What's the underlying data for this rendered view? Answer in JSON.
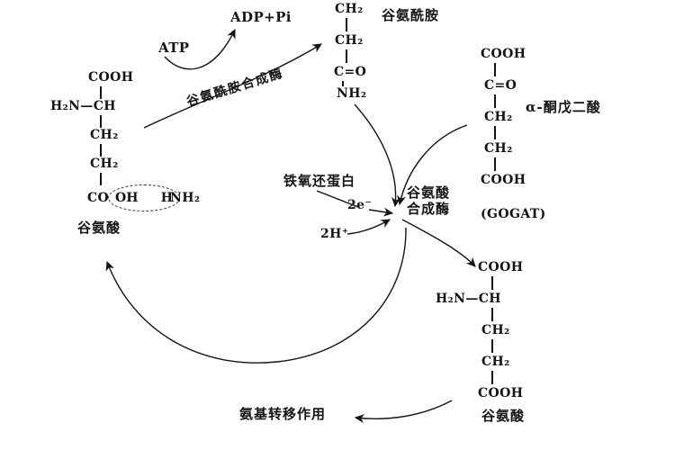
{
  "colors": {
    "ink": "#141414",
    "background": "#ffffff"
  },
  "labels": {
    "adp_pi": "ADP+Pi",
    "atp": "ATP",
    "glutamine_synthetase": "谷氨酰胺合成酶",
    "glutamine": "谷氨酰胺",
    "ferredoxin": "铁氧还蛋白",
    "electrons": "2e⁻",
    "protons": "2H⁺",
    "glutamate_synthase_line1": "谷氨酸",
    "glutamate_synthase_line2": "合成酶",
    "gogat": "(GOGAT)",
    "alpha_ketoglutarate": "α-酮戊二酸",
    "glutamate_left": "谷氨酸",
    "glutamate_bottom": "谷氨酸",
    "amino_transfer": "氨基转移作用"
  },
  "structures": {
    "glutamine_top": {
      "lines": [
        "CH₂",
        "CH₂",
        "C=O",
        "NH₂"
      ]
    },
    "glutamate_left": {
      "cooh": "COOH",
      "h2n_ch": "H₂N—CH",
      "ch2_a": "CH₂",
      "ch2_b": "CH₂",
      "co": "CO",
      "oh": "OH",
      "h": "H",
      "nh2": "NH₂"
    },
    "alpha_ketoglutarate": {
      "lines": [
        "COOH",
        "C=O",
        "CH₂",
        "CH₂",
        "COOH"
      ]
    },
    "glutamate_bottom": {
      "lines": [
        "COOH",
        "H₂N—CH",
        "CH₂",
        "CH₂",
        "COOH"
      ]
    }
  }
}
